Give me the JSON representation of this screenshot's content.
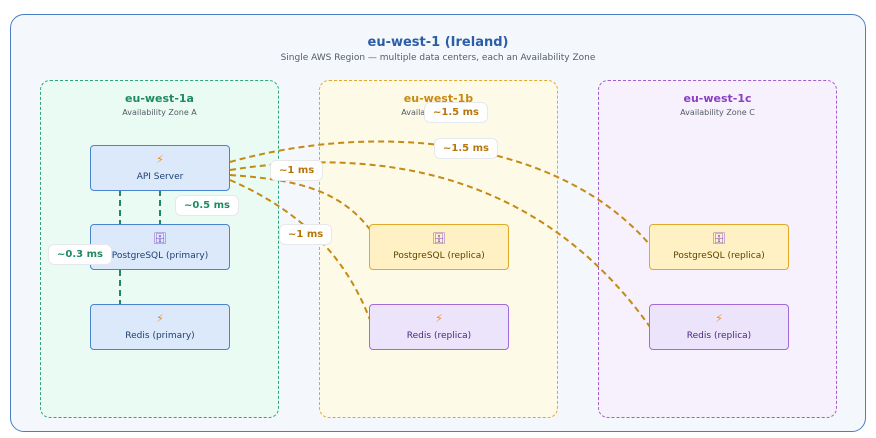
{
  "region": {
    "title": "eu-west-1 (Ireland)",
    "subtitle": "Single AWS Region — multiple data centers, each an Availability Zone"
  },
  "zones": [
    {
      "name": "eu-west-1a",
      "desc": "Availability Zone A",
      "color": "#1f8a63"
    },
    {
      "name": "eu-west-1b",
      "desc": "Availability Zone B",
      "color": "#c48a12"
    },
    {
      "name": "eu-west-1c",
      "desc": "Availability Zone C",
      "color": "#8a3fc2"
    }
  ],
  "nodes": {
    "api": {
      "label": "API Server",
      "icon": "bolt-icon"
    },
    "pg_primary": {
      "label": "PostgreSQL (primary)",
      "icon": "database-icon"
    },
    "redis_primary": {
      "label": "Redis (primary)",
      "icon": "bolt-icon"
    },
    "pg_replica_b": {
      "label": "PostgreSQL (replica)",
      "icon": "database-icon"
    },
    "redis_replica_b": {
      "label": "Redis (replica)",
      "icon": "bolt-icon"
    },
    "pg_replica_c": {
      "label": "PostgreSQL (replica)",
      "icon": "database-icon"
    },
    "redis_replica_c": {
      "label": "Redis (replica)",
      "icon": "bolt-icon"
    }
  },
  "latencies": {
    "api_pg_primary": "~0.5 ms",
    "api_redis_primary": "~0.3 ms",
    "api_pg_replica_b": "~1 ms",
    "api_redis_replica_b": "~1 ms",
    "api_pg_replica_c": "~1.5 ms",
    "api_redis_replica_c": "~1.5 ms"
  },
  "icons": {
    "bolt": "⚡",
    "database": "🗄"
  },
  "colors": {
    "region_border": "#4a7fc6",
    "intra_az_link": "#1f8a63",
    "cross_az_link": "#c48a12"
  }
}
